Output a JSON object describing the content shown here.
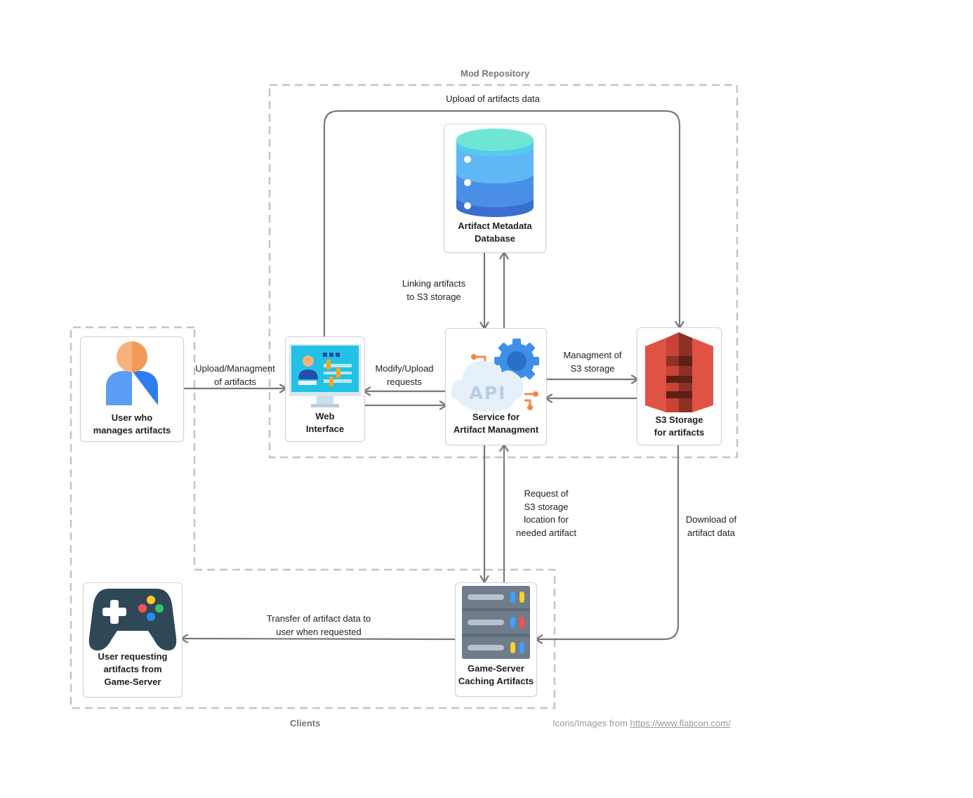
{
  "groups": {
    "mod_repository": "Mod Repository",
    "clients": "Clients"
  },
  "nodes": {
    "user_manager": "User who\nmanages artifacts",
    "web_interface": "Web\nInterface",
    "metadata_db": "Artifact Metadata\nDatabase",
    "api_service": "Service for\nArtifact Managment",
    "api_icon_text": "API",
    "s3_storage": "S3 Storage\nfor artifacts",
    "game_server": "Game-Server\nCaching Artifacts",
    "user_requesting": "User requesting\nartifacts from\nGame-Server"
  },
  "edges": {
    "upload_artifacts_data": "Upload of artifacts data",
    "upload_management": "Upload/Managment\nof artifacts",
    "modify_upload": "Modify/Upload\nrequests",
    "linking_artifacts": "Linking artifacts\nto S3 storage",
    "management_s3": "Managment of\nS3 storage",
    "request_s3_location": "Request of\nS3 storage\nlocation for\nneeded artifact",
    "download_artifact": "Download of\nartifact data",
    "transfer_artifact": "Transfer of artifact data to\nuser when requested"
  },
  "credit": {
    "prefix": "Icons/Images from ",
    "link": "https://www.flaticon.com/"
  },
  "colors": {
    "arrow": "#787878",
    "group_border": "#c4c4c4",
    "db_top": "#6fe6d4",
    "db_mid": "#5fb7f5",
    "db_bottom": "#3a6fd0",
    "s3_red": "#e05243",
    "s3_dark": "#8c3123",
    "gamepad": "#2f4858"
  }
}
